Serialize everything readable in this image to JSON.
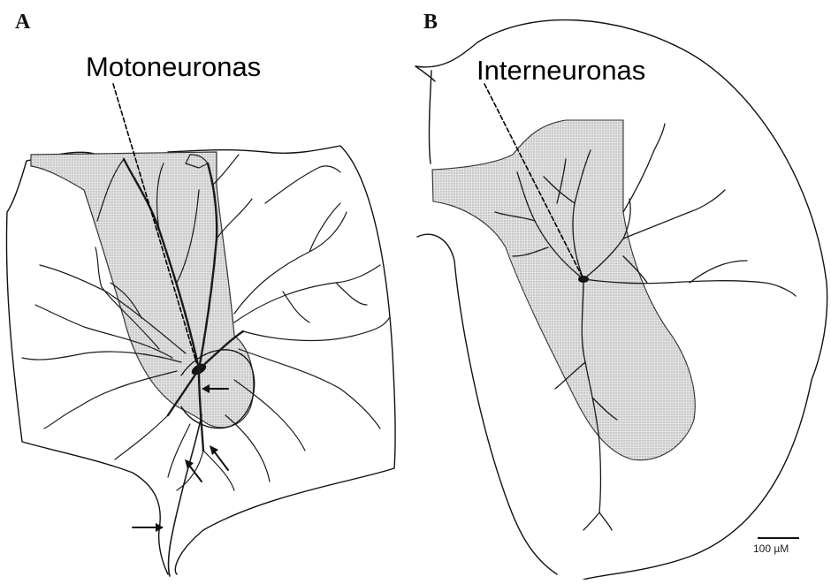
{
  "panels": {
    "a": {
      "letter": "A",
      "label": "Motoneuronas"
    },
    "b": {
      "letter": "B",
      "label": "Interneuronas"
    }
  },
  "scale_bar": {
    "label": "100 µM"
  },
  "colors": {
    "line": "#111111",
    "dendrite": "#1a1a1a",
    "stipple": "#c9c9c9",
    "background": "#ffffff"
  }
}
